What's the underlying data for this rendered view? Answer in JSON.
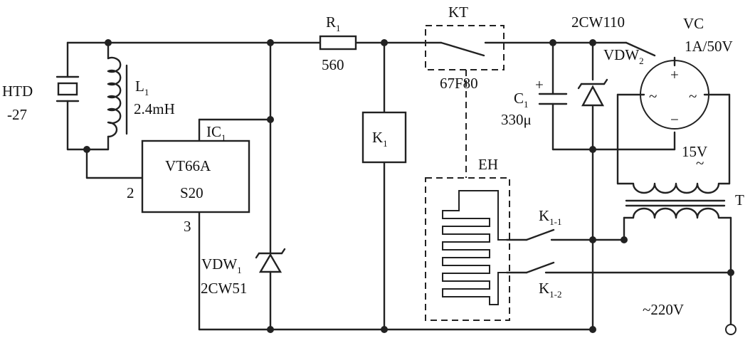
{
  "labels": {
    "htd_top": "HTD",
    "htd_bottom": "-27",
    "l1_name": "L",
    "l1_sub": "1",
    "l1_value": "2.4mH",
    "ic1_name": "IC",
    "ic1_sub": "1",
    "ic1_line1": "VT66A",
    "ic1_line2": "S20",
    "ic1_pin2": "2",
    "ic1_pin3": "3",
    "vdw1_name": "VDW",
    "vdw1_sub": "1",
    "vdw1_part": "2CW51",
    "r1_name": "R",
    "r1_sub": "1",
    "r1_value": "560",
    "k1_name": "K",
    "k1_sub": "1",
    "kt_name": "KT",
    "kt_part": "67F80",
    "eh_name": "EH",
    "k11_name": "K",
    "k11_sub": "1-1",
    "k12_name": "K",
    "k12_sub": "1-2",
    "c1_name": "C",
    "c1_sub": "1",
    "c1_value": "330μ",
    "c1_plus": "+",
    "vdw2_part": "2CW110",
    "vdw2_name": "VDW",
    "vdw2_sub": "2",
    "vc_name": "VC",
    "vc_rating": "1A/50V",
    "bridge_plus": "+",
    "bridge_minus": "−",
    "bridge_ac": "~",
    "sec_voltage": "15V",
    "sec_ac": "~",
    "t_name": "T",
    "mains": "~220V"
  },
  "colors": {
    "line": "#222222",
    "background": "#ffffff"
  }
}
